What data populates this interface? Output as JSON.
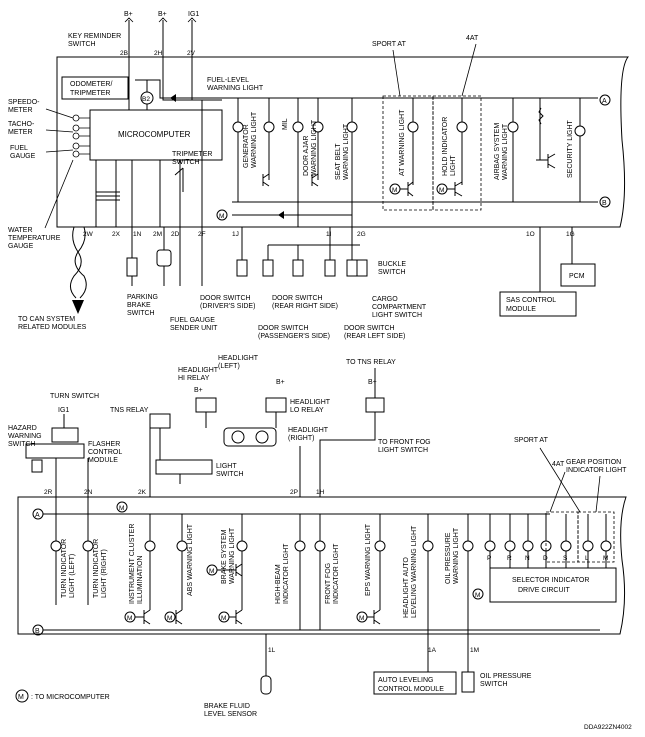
{
  "top": {
    "power_labels": [
      "B+",
      "B+",
      "IG1"
    ],
    "key_reminder": [
      "KEY REMINDER",
      "SWITCH"
    ],
    "pins": {
      "p2B": "2B",
      "p2H": "2H",
      "p2V": "2V",
      "p2W": "2W",
      "p2X": "2X",
      "p1N": "1N",
      "p2M": "2M",
      "p2D": "2D",
      "p2F": "2F",
      "p1J": "1J",
      "p1I": "1I",
      "p2G": "2G",
      "p1O": "1O",
      "p1G": "1G"
    },
    "odometer": [
      "ODOMETER/",
      "TRIPMETER"
    ],
    "microcomputer": "MICROCOMPUTER",
    "b2": "B2",
    "speedometer": [
      "SPEEDO-",
      "METER"
    ],
    "tachometer": [
      "TACHO-",
      "METER"
    ],
    "fuel_gauge": [
      "FUEL",
      "GAUGE"
    ],
    "water_temp": [
      "WATER",
      "TEMPERATURE",
      "GAUGE"
    ],
    "tripmeter_switch": [
      "TRIPMETER",
      "SWITCH"
    ],
    "fuel_level": [
      "FUEL-LEVEL",
      "WARNING LIGHT"
    ],
    "generator": [
      "GENERATOR",
      "WARNING LIGHT"
    ],
    "mil": "MIL",
    "door_ajar": [
      "DOOR AJAR",
      "WARNING LIGHT"
    ],
    "seat_belt": [
      "SEAT BELT",
      "WARNING LIGHT"
    ],
    "sport_at": "SPORT AT",
    "four_at": "4AT",
    "at_warning": [
      "AT WARNING LIGHT"
    ],
    "hold_indicator": [
      "HOLD INDICATOR",
      "LIGHT"
    ],
    "airbag": [
      "AIRBAG SYSTEM",
      "WARNING LIGHT"
    ],
    "security": "SECURITY LIGHT",
    "rail_a": "A",
    "rail_b": "B",
    "m": "M",
    "pcm": "PCM",
    "sas": [
      "SAS CONTROL",
      "MODULE"
    ],
    "buckle": [
      "BUCKLE",
      "SWITCH"
    ],
    "cargo": [
      "CARGO",
      "COMPARTMENT",
      "LIGHT SWITCH"
    ],
    "door_drivers": [
      "DOOR SWITCH",
      "(DRIVER'S SIDE)"
    ],
    "door_rear_right": [
      "DOOR SWITCH",
      "(REAR RIGHT SIDE)"
    ],
    "door_passengers": [
      "DOOR SWITCH",
      "(PASSENGER'S SIDE)"
    ],
    "door_rear_left": [
      "DOOR SWITCH",
      "(REAR LEFT SIDE)"
    ],
    "parking_brake": [
      "PARKING",
      "BRAKE",
      "SWITCH"
    ],
    "fuel_sender": [
      "FUEL GAUGE",
      "SENDER UNIT"
    ],
    "can": [
      "TO CAN SYSTEM",
      "RELATED MODULES"
    ]
  },
  "bottom": {
    "turn_switch": "TURN SWITCH",
    "ig1": "IG1",
    "hazard": [
      "HAZARD",
      "WARNING",
      "SWITCH"
    ],
    "flasher": [
      "FLASHER",
      "CONTROL",
      "MODULE"
    ],
    "tns_relay": "TNS RELAY",
    "headlight_hi_relay": [
      "HEADLIGHT",
      "HI RELAY"
    ],
    "headlight_left": [
      "HEADLIGHT",
      "(LEFT)"
    ],
    "headlight_lo_relay": [
      "HEADLIGHT",
      "LO RELAY"
    ],
    "headlight_right": [
      "HEADLIGHT",
      "(RIGHT)"
    ],
    "light_switch": [
      "LIGHT",
      "SWITCH"
    ],
    "to_tns": "TO TNS RELAY",
    "to_front_fog": [
      "TO FRONT FOG",
      "LIGHT SWITCH"
    ],
    "bplus": "B+",
    "sport_at": "SPORT AT",
    "four_at": "4AT",
    "gear_position": [
      "GEAR POSITION",
      "INDICATOR LIGHT"
    ],
    "pins": {
      "p2R": "2R",
      "p2N": "2N",
      "p2K": "2K",
      "p2P": "2P",
      "p1H": "1H",
      "p1L": "1L",
      "p1A": "1A",
      "p1M": "1M"
    },
    "rail_a": "A",
    "rail_b": "B",
    "m": "M",
    "turn_left": [
      "TURN INDICATOR",
      "LIGHT (LEFT)"
    ],
    "turn_right": [
      "TURN INDICATOR",
      "LIGHT (RIGHT)"
    ],
    "instrument": [
      "INSTRUMENT CLUSTER",
      "ILLUMINATION"
    ],
    "abs": "ABS WARNING LIGHT",
    "brake_system": [
      "BRAKE SYSTEM",
      "WARNING LIGHT"
    ],
    "high_beam": [
      "HIGH-BEAM",
      "INDICATOR LIGHT"
    ],
    "front_fog": [
      "FRONT FOG",
      "INDICATOR LIGHT"
    ],
    "eps": "EPS WARNING LIGHT",
    "headlight_auto": [
      "HEADLIGHT AUTO",
      "LEVELING WARNING LIGHT"
    ],
    "oil_pressure_light": [
      "OIL PRESSURE",
      "WARNING LIGHT"
    ],
    "gears": [
      "P",
      "R",
      "N",
      "D",
      "S",
      "L",
      "M"
    ],
    "selector": [
      "SELECTOR INDICATOR",
      "DRIVE CIRCUIT"
    ],
    "brake_fluid": [
      "BRAKE FLUID",
      "LEVEL SENSOR"
    ],
    "auto_leveling": [
      "AUTO LEVELING",
      "CONTROL MODULE"
    ],
    "oil_switch": [
      "OIL PRESSURE",
      "SWITCH"
    ],
    "legend_m": "M",
    "legend_text": ": TO MICROCOMPUTER",
    "code": "DDA922ZN4002"
  }
}
